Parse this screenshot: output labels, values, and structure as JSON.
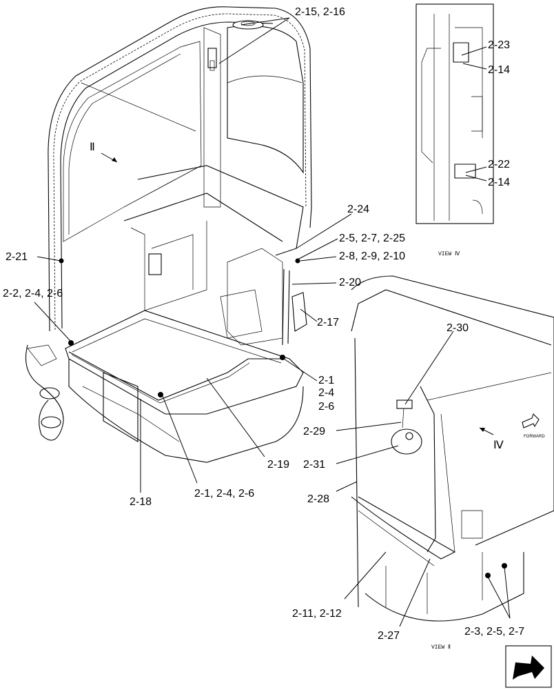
{
  "callouts": {
    "c_2_15_16": "2-15, 2-16",
    "c_2_23": "2-23",
    "c_2_14_a": "2-14",
    "c_2_22": "2-22",
    "c_2_14_b": "2-14",
    "c_2_24": "2-24",
    "c_2_5_7_25": "2-5, 2-7, 2-25",
    "c_2_21": "2-21",
    "c_2_8_9_10": "2-8, 2-9, 2-10",
    "c_2_20": "2-20",
    "c_2_2_4_6": "2-2, 2-4, 2-6",
    "c_2_17": "2-17",
    "c_2_30": "2-30",
    "c_2_1_r": "2-1",
    "c_2_4_r": "2-4",
    "c_2_6_r": "2-6",
    "c_2_29": "2-29",
    "c_2_31": "2-31",
    "c_2_19": "2-19",
    "c_2_18": "2-18",
    "c_2_1_4_6": "2-1, 2-4, 2-6",
    "c_2_28": "2-28",
    "c_2_11_12": "2-11, 2-12",
    "c_2_27": "2-27",
    "c_2_3_5_7": "2-3, 2-5, 2-7"
  },
  "view_labels": {
    "view_iv": "VIEW Ⅳ",
    "view_ii": "VIEW Ⅱ",
    "arrow_ii": "Ⅱ",
    "arrow_iv": "Ⅳ",
    "forward": "FORWARD"
  }
}
